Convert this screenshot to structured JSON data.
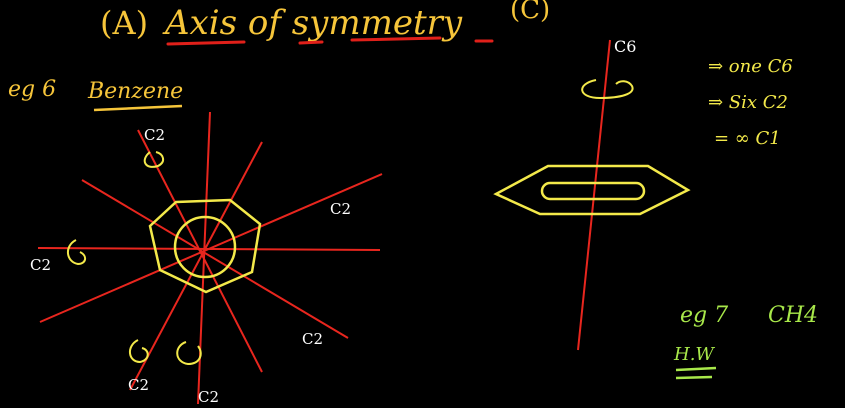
{
  "heading": {
    "marker": "(A)",
    "title": "Axis of symmetry",
    "symbol": "(C)"
  },
  "example6": {
    "label": "eg 6",
    "molecule": "Benzene",
    "axis_labels": [
      "C2",
      "C2",
      "C2",
      "C2",
      "C2",
      "C2"
    ]
  },
  "side_view": {
    "axis_label": "C6",
    "notes": [
      "⇒ one C6",
      "⇒ Six C2",
      "= ∞ C1"
    ]
  },
  "example7": {
    "label": "eg 7",
    "molecule": "CH4",
    "homework": "H.W"
  },
  "colors": {
    "background": "#000000",
    "heading": "#f6c53a",
    "underline": "#e0201a",
    "axis_lines": "#e8261e",
    "hexagon": "#f3e94a",
    "notes": "#f3e94a",
    "green_notes": "#a8e84a"
  }
}
